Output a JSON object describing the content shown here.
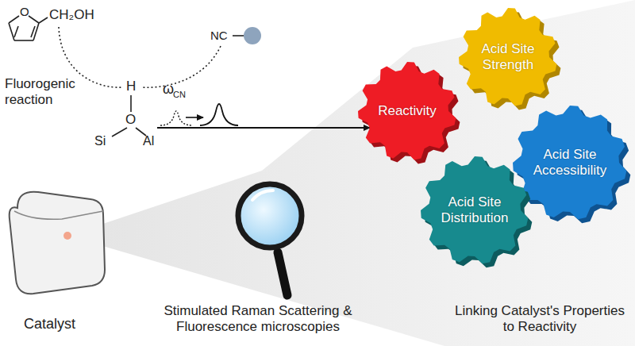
{
  "diagram": {
    "nodes": [
      {
        "text": [
          "Reactivity"
        ]
      },
      {
        "text": [
          "Acid Site Strength"
        ]
      },
      {
        "text": [
          "Acid Site Accessibility"
        ]
      },
      {
        "text": [
          "Acid Site Distribution"
        ]
      }
    ],
    "labels": [
      "O",
      "CH₂OH",
      "Fluorogenic reaction",
      "NC",
      "H",
      "O",
      "Si",
      "Al",
      "ω",
      "CN",
      "ω",
      "Catalyst",
      "Stimulated Raman Scattering & Fluorescence microscopies",
      "Linking Catalyst's Properties to Reactivity"
    ]
  }
}
